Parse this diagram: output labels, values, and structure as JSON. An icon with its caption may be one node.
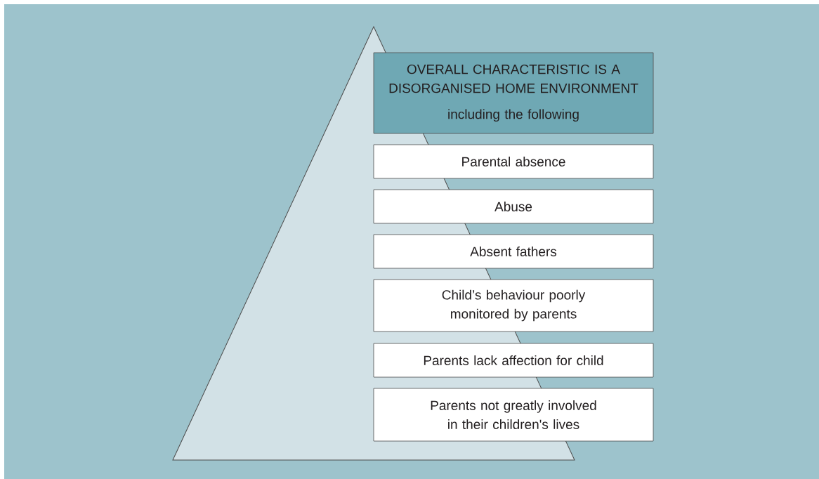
{
  "diagram": {
    "nodes": [
      {
        "text": [
          "OVERALL CHARACTERISTIC IS A DISORGANISED HOME ENVIRONMENT",
          "including the following"
        ]
      },
      {
        "text": [
          "Parental absence"
        ]
      },
      {
        "text": [
          "Abuse"
        ]
      },
      {
        "text": [
          "Absent fathers"
        ]
      },
      {
        "text": [
          "Child’s behaviour poorly monitored by parents"
        ]
      },
      {
        "text": [
          "Parents lack affection for child"
        ]
      },
      {
        "text": [
          "Parents not greatly involved in their children's lives"
        ]
      }
    ]
  }
}
